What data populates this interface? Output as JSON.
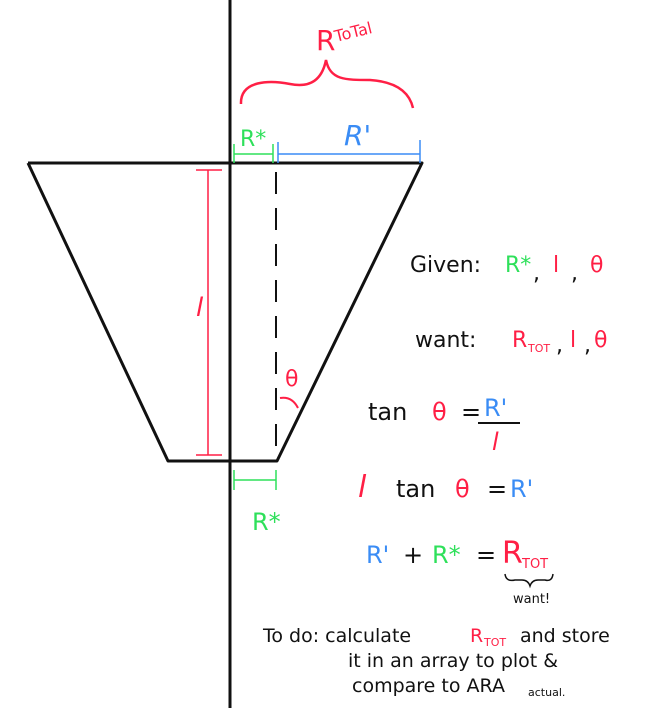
{
  "colors": {
    "red": "#ff1f45",
    "green": "#2ee05a",
    "blue": "#3a8cf5",
    "ink": "#111111"
  },
  "labels": {
    "r_total": "R",
    "r_total_sub": "ToTal",
    "r_star": "R*",
    "r_prime": "R'",
    "l": "l",
    "theta": "θ",
    "r_star_bottom": "R*"
  },
  "given": {
    "label": "Given:",
    "items": [
      "R*",
      ",",
      "l",
      ",",
      "θ"
    ]
  },
  "want": {
    "label": "want:",
    "r": "R",
    "r_sub": "TOT",
    "rest": [
      ",",
      "l",
      ",",
      "θ"
    ]
  },
  "eq1": {
    "lhs": "tan",
    "theta": "θ",
    "eq": "=",
    "num": "R'",
    "den": "l"
  },
  "eq2": {
    "l": "l",
    "tan": "tan",
    "theta": "θ",
    "eq": "=",
    "rhs": "R'"
  },
  "eq3": {
    "a": "R'",
    "plus": "+",
    "b": "R*",
    "eq": "=",
    "r": "R",
    "r_sub": "TOT",
    "note": "want!"
  },
  "todo": {
    "line1_a": "To do: calculate",
    "line1_r": "R",
    "line1_sub": "TOT",
    "line1_b": "and store",
    "line2": "it in an array to plot &",
    "line3": "compare to ARA",
    "line3_sub": "actual."
  }
}
